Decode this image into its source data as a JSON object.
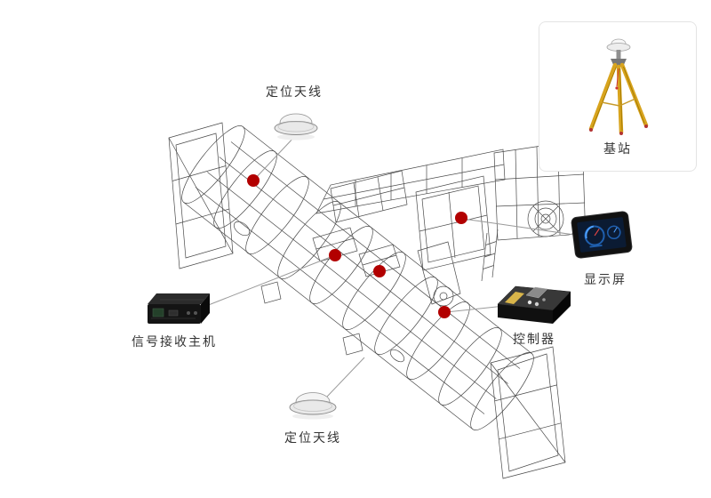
{
  "labels": {
    "antenna_top": "定位天线",
    "antenna_bottom": "定位天线",
    "base_station": "基站",
    "display_screen": "显示屏",
    "controller": "控制器",
    "signal_receiver": "信号接收主机"
  },
  "markers": {
    "count": 5,
    "color": "#b20000"
  },
  "style": {
    "background": "#ffffff",
    "wireframe_color": "#4a4a4a",
    "leader_color": "#9a9a9a",
    "label_color": "#333333",
    "panel_border": "#e4e4e4",
    "tripod_yellow": "#d8a41e"
  }
}
